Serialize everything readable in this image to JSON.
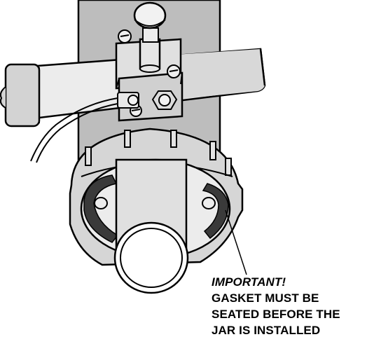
{
  "callout": {
    "heading": "IMPORTANT!",
    "lines": [
      "GASKET MUST BE",
      "SEATED BEFORE THE",
      "JAR IS INSTALLED"
    ]
  },
  "colors": {
    "outline": "#000000",
    "column": "#bdbdbd",
    "part_gray": "#d3d3d3",
    "part_light": "#e8e8e8",
    "metal": "#ececec",
    "gasket": "#3a3a3a",
    "background": "#ffffff"
  }
}
